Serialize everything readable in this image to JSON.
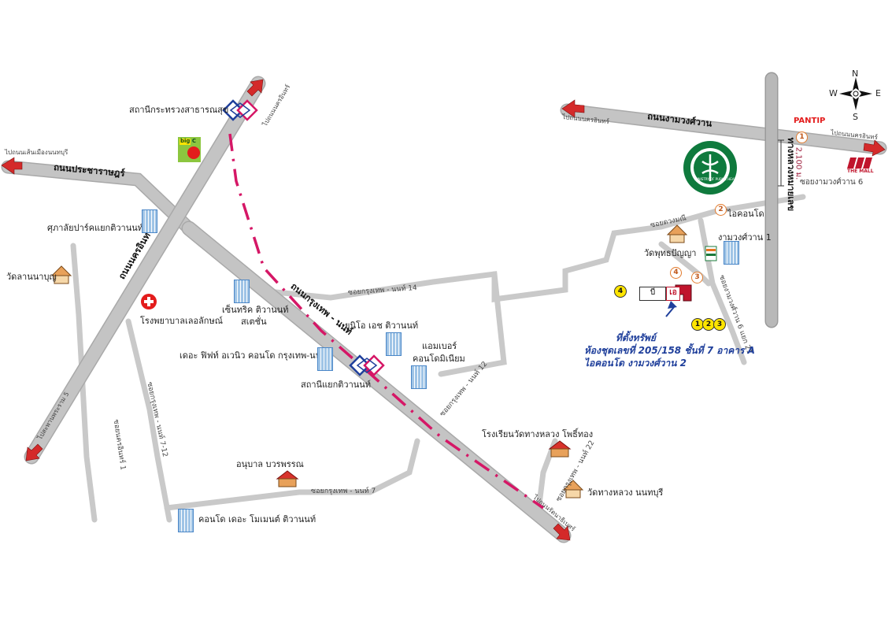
{
  "compass": {
    "n": "N",
    "s": "S",
    "e": "E",
    "w": "W"
  },
  "roads": {
    "ngamwongwan": "ถนนงามวงศ์วาน",
    "prachachuen": "ถนนประชาราษฎร์",
    "nakhon_in": "ถนนนครอินทร์",
    "krungthep_nonthaburi": "ถนนกรุงเทพ - นนท์",
    "highway": "ทางหลวงหมายเลข",
    "distance": "2,100 ม."
  },
  "sois": {
    "soi_14": "ซอยกรุงเทพ - นนท์ 14",
    "soi_12": "ซอยกรุงเทพ - นนท์ 12",
    "soi_7": "ซอยกรุงเทพ - นนท์ 7",
    "soi_22": "ซอยกรุงเทพ - นนท์ 22",
    "soi_left": "ซอยกรุงเทพ - นนท์ 7-12",
    "soi_left2": "ซอยนครอินทร์ 1",
    "soi_ngam6": "ซอยงามวงศ์วาน 6",
    "soi_ngam6_21": "ซอยงามวงศ์วาน 6 แยก 21",
    "soi_duangmanee": "ซอยดวงมณี"
  },
  "directions": {
    "to_ngamwongwan_left": "ไปถนนนครอินทร์",
    "to_ngamwongwan_right": "ไปถนนนครอินทร์",
    "to_nonthaburi": "ไปถนนเส้นเมืองนนทบุรี",
    "to_top": "ไปถนนนครอินทร์",
    "to_bottom_left": "ไปสะพานพระราม 5",
    "to_bottom_right": "ไปถนนรัตนาธิเบศร์"
  },
  "places": {
    "mrt_health": "สถานีกระทรวงสาธารณสุข",
    "mrt_tiwanon": "สถานีแยกติวานนท์",
    "supalai": "ศุภาลัยปาร์คแยกติวานนท์",
    "wat_lan_na_bun": "วัดลานนาบุญ",
    "hospital": "โรงพยาบาลเลอลักษณ์",
    "centric": "เซ็นทริค ติวานนท์",
    "centric2": "สเตชั่น",
    "unio": "ยูนิโอ เอช ติวานนท์",
    "amber": "แอมเบอร์",
    "amber2": "คอนโดมิเนียม",
    "fifth_avenue": "เดอะ ฟิฟท์ อเวนิว คอนโด กรุงเทพ-นนท์",
    "school": "โรงเรียนวัดทางหลวง โพธิ์ทอง",
    "kindergarten": "อนุบาล บวรพรรณ",
    "wat_thang_luang": "วัดทางหลวง นนทบุรี",
    "moment": "คอนโด เดอะ โมเมนต์ ติวานนท์",
    "icondo": "ไอคอนโด",
    "icondo2": "งามวงศ์วาน 1",
    "wat_buddha": "วัดพุทธปัญญา",
    "bigc": "big C",
    "pantip": "PANTIP",
    "mall": "THE MALL",
    "moph": "MINISTRY OF PUBLIC HEALTH"
  },
  "markers": {
    "m1": "1",
    "m2": "2",
    "m3": "3",
    "m4": "4",
    "yellow_4": "4",
    "y1": "1",
    "y2": "2",
    "y3": "3",
    "box_b": "บี",
    "box_a": "เอ"
  },
  "destination": {
    "head": "ที่ตั้งทรัพย์",
    "line1": "ห้องชุดเลขที่ 205/158 ชั้นที่ 7 อาคาร A",
    "line2": "ไอคอนโด งามวงศ์วาน 2"
  },
  "colors": {
    "road": "#c4c4c4",
    "road_edge": "#a9a9a9",
    "arrow": "#d42a2a",
    "mrt_line": "#d51766",
    "text_blue": "#1f3f9b"
  }
}
